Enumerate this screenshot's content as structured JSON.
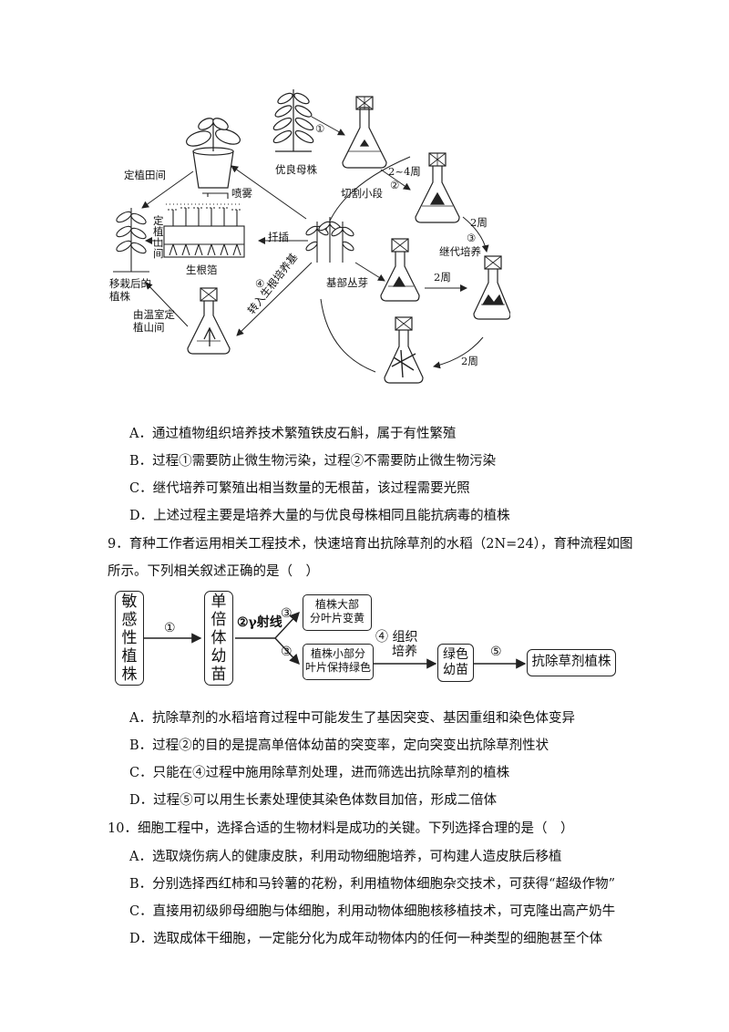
{
  "figure1": {
    "labels": {
      "elite_mother": "优良母株",
      "step1": "①",
      "weeks_2_4": "2~4周",
      "cut_segments": "切割小段",
      "step2": "②",
      "step3": "③",
      "weeks_2_a": "2周",
      "subculture": "继代培养",
      "basal_buds": "基部丛芽",
      "weeks_2_b": "2周",
      "weeks_2_c": "2周",
      "cutting": "扦插",
      "step4": "④",
      "transfer_rooting": "转入生根培养基",
      "rooting_seedbed": "生根箔",
      "spray": "喷雾",
      "plant_field": "定植田间",
      "field_vertical": "定植山间",
      "transplanted": "移栽后的植株",
      "from_greenhouse": "由温室定植山间"
    }
  },
  "q8_options": {
    "A": "A．通过植物组织培养技术繁殖铁皮石斛，属于有性繁殖",
    "B": "B．过程①需要防止微生物污染，过程②不需要防止微生物污染",
    "C": "C．继代培养可繁殖出相当数量的无根苗，该过程需要光照",
    "D": "D．上述过程主要是培养大量的与优良母株相同且能抗病毒的植株"
  },
  "q9": {
    "stem_line1": "9．育种工作者运用相关工程技术，快速培育出抗除草剂的水稻（2N=24），育种流程如图",
    "stem_line2": "所示。下列相关叙述正确的是（　）",
    "flow": {
      "sensitive": [
        "敏",
        "感",
        "性",
        "植",
        "株"
      ],
      "step1": "①",
      "haploid": [
        "单",
        "倍",
        "体",
        "幼",
        "苗"
      ],
      "step2": "②γ射线",
      "step3a": "③",
      "step3b": "③",
      "yellow_line1": "植株大部",
      "yellow_line2": "分叶片变黄",
      "green_line1": "植株小部分",
      "green_line2": "叶片保持绿色",
      "step4": "④ 组织",
      "culture": "培养",
      "green_line_a": "绿色",
      "green_line_b": "幼苗",
      "step5": "⑤",
      "result": "抗除草剂植株"
    },
    "options": {
      "A": "A．抗除草剂的水稻培育过程中可能发生了基因突变、基因重组和染色体变异",
      "B": "B．过程②的目的是提高单倍体幼苗的突变率，定向突变出抗除草剂性状",
      "C": "C．只能在④过程中施用除草剂处理，进而筛选出抗除草剂的植株",
      "D": "D．过程⑤可以用生长素处理使其染色体数目加倍，形成二倍体"
    }
  },
  "q10": {
    "stem": "10．细胞工程中，选择合适的生物材料是成功的关键。下列选择合理的是（　）",
    "options": {
      "A": "A．选取烧伤病人的健康皮肤，利用动物细胞培养，可构建人造皮肤后移植",
      "B": "B．分别选择西红柿和马铃薯的花粉，利用植物体细胞杂交技术，可获得“超级作物”",
      "C": "C．直接用初级卵母细胞与体细胞，利用动物体细胞核移植技术，可克隆出高产奶牛",
      "D": "D．选取成体干细胞，一定能分化为成年动物体内的任何一种类型的细胞甚至个体"
    }
  }
}
